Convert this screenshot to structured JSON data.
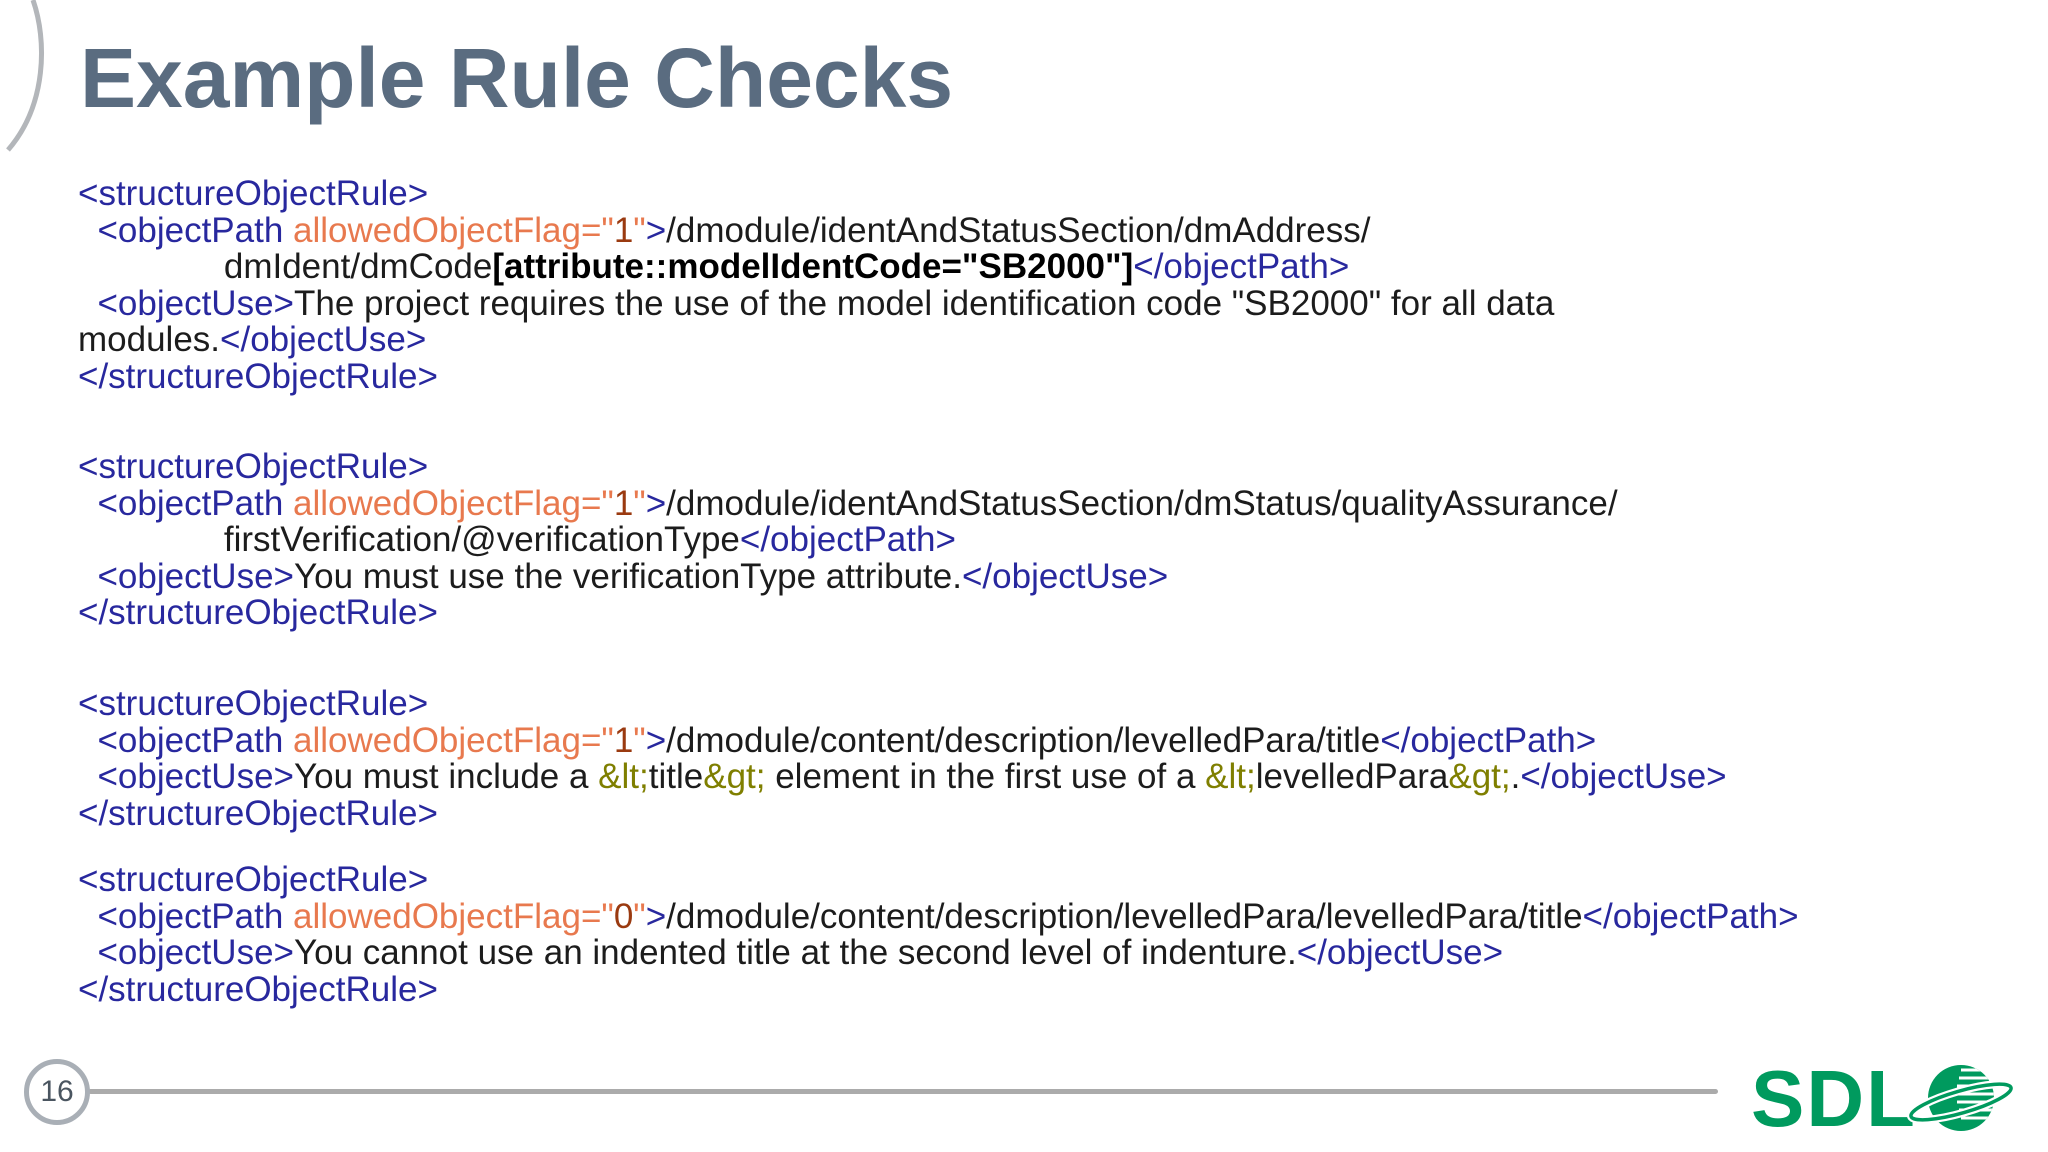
{
  "title": "Example Rule Checks",
  "footer": {
    "page_number": "16"
  },
  "logo": {
    "text": "SDL",
    "name": "SDL logo with globe"
  },
  "colors": {
    "title": "#5A6C80",
    "tag": "#28289E",
    "attr": "#E8794E",
    "val": "#9A3A10",
    "text": "#1C1C1C",
    "entity": "#7F7F00",
    "line_gray": "#ABABAB",
    "badge_border": "#A9AFB6",
    "page_num": "#4A5560",
    "logo_green": "#009A5E",
    "arc_gray": "#B3B6BA"
  },
  "code_blocks": [
    {
      "lines": [
        [
          {
            "t": "<structureObjectRule>",
            "c": "tag"
          }
        ],
        [
          {
            "t": "  ",
            "c": "text"
          },
          {
            "t": "<objectPath ",
            "c": "tag"
          },
          {
            "t": "allowedObjectFlag=\"",
            "c": "attr"
          },
          {
            "t": "1",
            "c": "val"
          },
          {
            "t": "\"",
            "c": "attr"
          },
          {
            "t": ">",
            "c": "tag"
          },
          {
            "t": "/dmodule/identAndStatusSection/dmAddress/",
            "c": "text"
          }
        ],
        [
          {
            "t": "               ",
            "c": "text"
          },
          {
            "t": "dmIdent/dmCode",
            "c": "text"
          },
          {
            "t": "[attribute::modelIdentCode=\"SB2000\"]",
            "c": "bold"
          },
          {
            "t": "</objectPath>",
            "c": "tag"
          }
        ],
        [
          {
            "t": "  ",
            "c": "text"
          },
          {
            "t": "<objectUse>",
            "c": "tag"
          },
          {
            "t": "The project requires the use of the model identification code \"SB2000\" for all data",
            "c": "text"
          }
        ],
        [
          {
            "t": "modules.",
            "c": "text"
          },
          {
            "t": "</objectUse>",
            "c": "tag"
          }
        ],
        [
          {
            "t": "</structureObjectRule>",
            "c": "tag"
          }
        ]
      ]
    },
    {
      "lines": [
        [
          {
            "t": "<structureObjectRule>",
            "c": "tag"
          }
        ],
        [
          {
            "t": "  ",
            "c": "text"
          },
          {
            "t": "<objectPath ",
            "c": "tag"
          },
          {
            "t": "allowedObjectFlag=\"",
            "c": "attr"
          },
          {
            "t": "1",
            "c": "val"
          },
          {
            "t": "\"",
            "c": "attr"
          },
          {
            "t": ">",
            "c": "tag"
          },
          {
            "t": "/dmodule/identAndStatusSection/dmStatus/qualityAssurance/",
            "c": "text"
          }
        ],
        [
          {
            "t": "               ",
            "c": "text"
          },
          {
            "t": "firstVerification/@verificationType",
            "c": "text"
          },
          {
            "t": "</objectPath>",
            "c": "tag"
          }
        ],
        [
          {
            "t": "  ",
            "c": "text"
          },
          {
            "t": "<objectUse>",
            "c": "tag"
          },
          {
            "t": "You must use the verificationType attribute.",
            "c": "text"
          },
          {
            "t": "</objectUse>",
            "c": "tag"
          }
        ],
        [
          {
            "t": "</structureObjectRule>",
            "c": "tag"
          }
        ]
      ]
    },
    {
      "lines": [
        [
          {
            "t": "<structureObjectRule>",
            "c": "tag"
          }
        ],
        [
          {
            "t": "  ",
            "c": "text"
          },
          {
            "t": "<objectPath ",
            "c": "tag"
          },
          {
            "t": "allowedObjectFlag=\"",
            "c": "attr"
          },
          {
            "t": "1",
            "c": "val"
          },
          {
            "t": "\"",
            "c": "attr"
          },
          {
            "t": ">",
            "c": "tag"
          },
          {
            "t": "/dmodule/content/description/levelledPara/title",
            "c": "text"
          },
          {
            "t": "</objectPath>",
            "c": "tag"
          }
        ],
        [
          {
            "t": "  ",
            "c": "text"
          },
          {
            "t": "<objectUse>",
            "c": "tag"
          },
          {
            "t": "You must include a ",
            "c": "text"
          },
          {
            "t": "&lt;",
            "c": "ent"
          },
          {
            "t": "title",
            "c": "text"
          },
          {
            "t": "&gt;",
            "c": "ent"
          },
          {
            "t": " element in the first use of a ",
            "c": "text"
          },
          {
            "t": "&lt;",
            "c": "ent"
          },
          {
            "t": "levelledPara",
            "c": "text"
          },
          {
            "t": "&gt;",
            "c": "ent"
          },
          {
            "t": ".",
            "c": "text"
          },
          {
            "t": "</objectUse>",
            "c": "tag"
          }
        ],
        [
          {
            "t": "</structureObjectRule>",
            "c": "tag"
          }
        ]
      ]
    },
    {
      "lines": [
        [
          {
            "t": "<structureObjectRule>",
            "c": "tag"
          }
        ],
        [
          {
            "t": "  ",
            "c": "text"
          },
          {
            "t": "<objectPath ",
            "c": "tag"
          },
          {
            "t": "allowedObjectFlag=\"",
            "c": "attr"
          },
          {
            "t": "0",
            "c": "val"
          },
          {
            "t": "\"",
            "c": "attr"
          },
          {
            "t": ">",
            "c": "tag"
          },
          {
            "t": "/dmodule/content/description/levelledPara/levelledPara/title",
            "c": "text"
          },
          {
            "t": "</objectPath>",
            "c": "tag"
          }
        ],
        [
          {
            "t": "  ",
            "c": "text"
          },
          {
            "t": "<objectUse>",
            "c": "tag"
          },
          {
            "t": "You cannot use an indented title at the second level of indenture.",
            "c": "text"
          },
          {
            "t": "</objectUse>",
            "c": "tag"
          }
        ],
        [
          {
            "t": "</structureObjectRule>",
            "c": "tag"
          }
        ]
      ]
    }
  ]
}
